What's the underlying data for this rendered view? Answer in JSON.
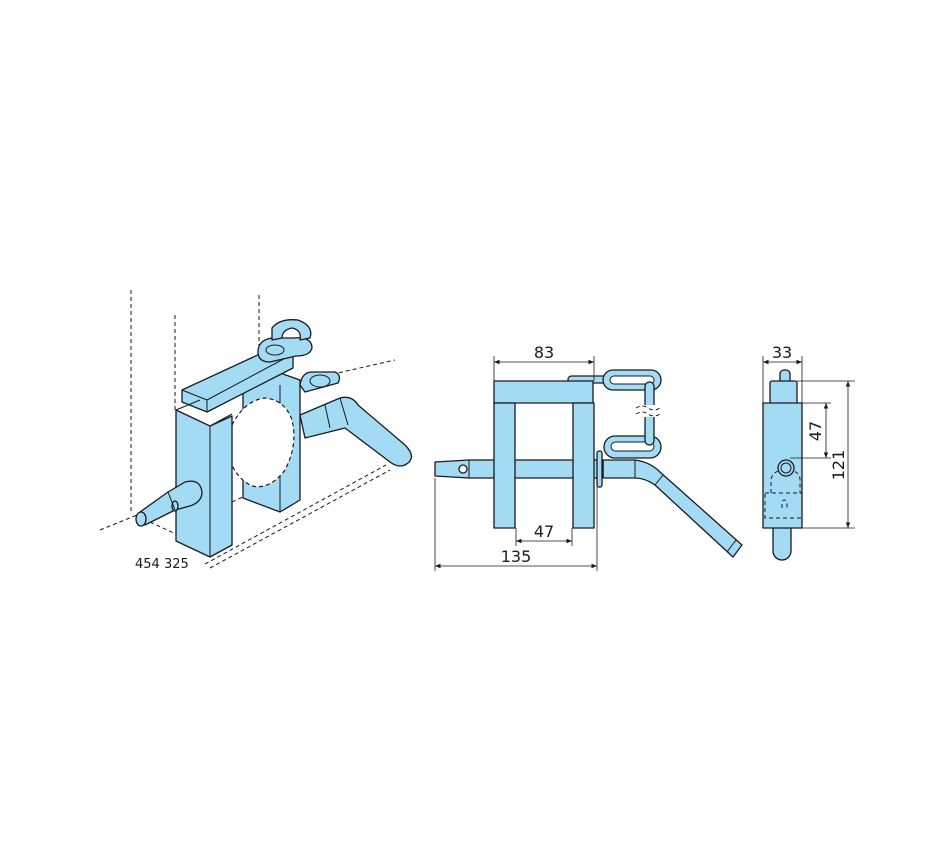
{
  "part_number": "454 325",
  "colors": {
    "part_fill": "#a3dbf5",
    "line": "#1a1a1a"
  },
  "front_view": {
    "dim_top_width": "83",
    "dim_inner_width": "47",
    "dim_overall_length": "135"
  },
  "side_view": {
    "dim_width": "33",
    "dim_hole_offset": "47",
    "dim_overall_height": "121"
  }
}
